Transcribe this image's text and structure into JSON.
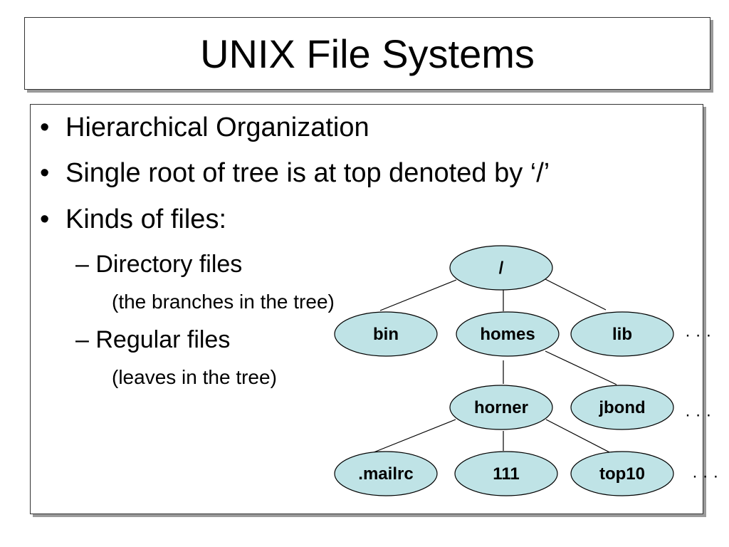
{
  "slide": {
    "title": "UNIX File Systems",
    "bullets": [
      "Hierarchical Organization",
      "Single root of tree is at top denoted by ‘/’",
      "Kinds of files:"
    ],
    "bullet_glyph": "•",
    "sub_items": [
      {
        "label": "– Directory files",
        "note": "(the branches in the tree)"
      },
      {
        "label": "– Regular files",
        "note": "(leaves in the tree)"
      }
    ]
  },
  "tree": {
    "node_fill": "#bfe3e6",
    "node_stroke": "#000000",
    "nodes": {
      "root": "/",
      "bin": "bin",
      "homes": "homes",
      "lib": "lib",
      "horner": "horner",
      "jbond": "jbond",
      "mailrc": ".mailrc",
      "n111": "111",
      "top10": "top10"
    },
    "ellipsis": "· · ·"
  }
}
